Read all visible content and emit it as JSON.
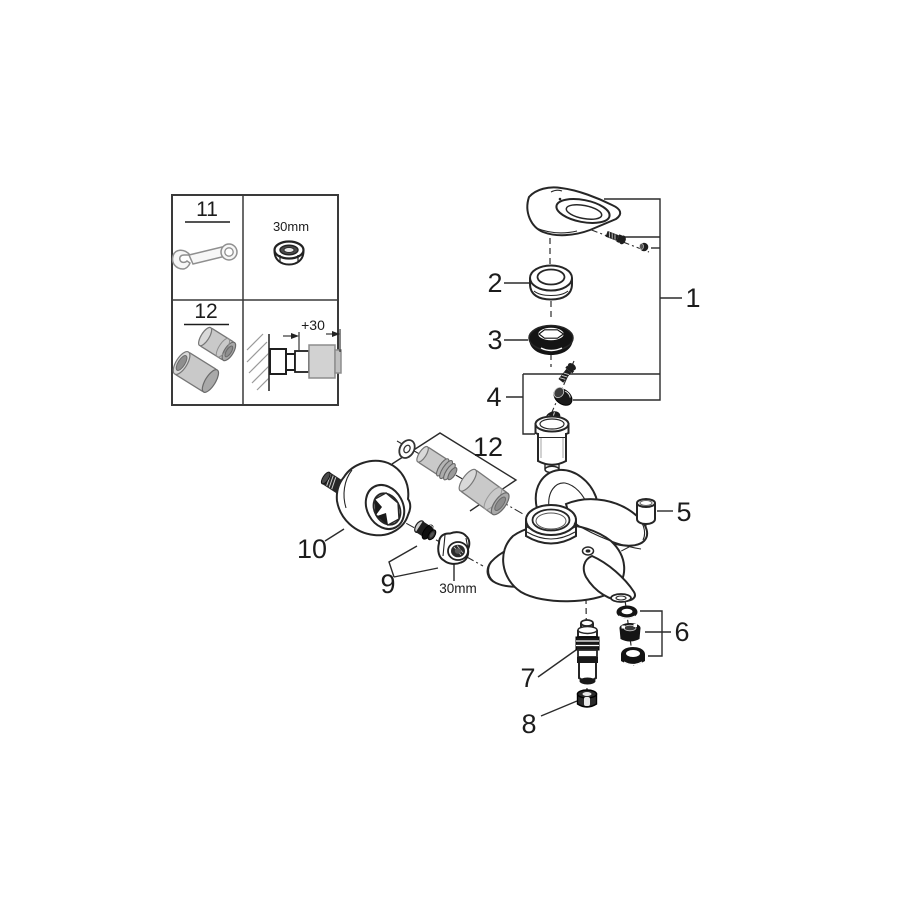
{
  "legend": {
    "row1": {
      "number": "11",
      "icon": "open-end-wrench-icon",
      "size_label": "30mm"
    },
    "row2": {
      "number": "12",
      "icon": "socket-adapter-icon",
      "extension_label": "+30"
    }
  },
  "callouts": {
    "1": "1",
    "2": "2",
    "3": "3",
    "4": "4",
    "5": "5",
    "6": "6",
    "7": "7",
    "8": "8",
    "9": "9",
    "10": "10",
    "12": "12"
  },
  "annotations": {
    "nut_size_label": "30mm"
  },
  "colors": {
    "line": "#262626",
    "metal_gray": "#c9c9c9",
    "dark_part": "#161616",
    "background": "#ffffff"
  }
}
